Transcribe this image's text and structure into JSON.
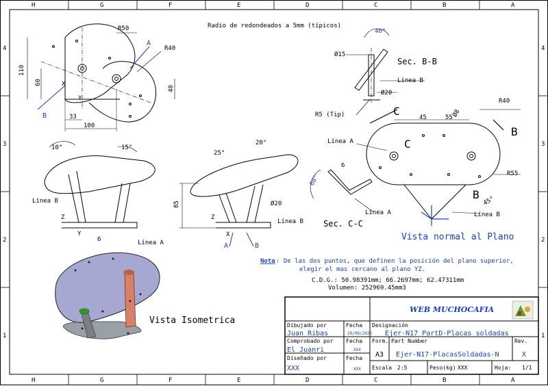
{
  "border": {
    "top_letters": [
      "H",
      "G",
      "F",
      "E",
      "D",
      "C",
      "B",
      "A"
    ],
    "bottom_letters": [
      "H",
      "G",
      "F",
      "E",
      "D",
      "C",
      "B",
      "A"
    ],
    "side_numbers": [
      "4",
      "3",
      "2",
      "1"
    ]
  },
  "notes": {
    "fillet": "Radio de redondeados a 5mm (típicos)"
  },
  "dims": {
    "top_view": [
      "R50",
      "R40",
      "110",
      "60",
      "40",
      "33",
      "100"
    ],
    "sec_b": [
      "40°",
      "Ø15",
      "Ø20",
      "R5 (Tip)"
    ],
    "sec_b_title": "Sec. B-B",
    "normal": [
      "45",
      "55",
      "Ø8",
      "R40",
      "R55",
      "45°"
    ],
    "normal_labels": [
      "C",
      "C",
      "B",
      "B"
    ],
    "left_iso": [
      "10°",
      "15°"
    ],
    "mid_iso": [
      "25°",
      "20°",
      "85",
      "Ø20"
    ],
    "sec_c": [
      "60°",
      "6"
    ],
    "sec_c_title": "Sec. C-C",
    "linea_a": "Línea A",
    "linea_b": "Línea B",
    "axes": [
      "Z",
      "X",
      "Y"
    ],
    "label_a": "A",
    "label_b": "B",
    "six": "6",
    "x_lbl": "X",
    "y_lbl": "Y"
  },
  "view_titles": {
    "normal": "Vista normal al Plano",
    "isometric": "Vista Isometrica"
  },
  "nota": {
    "label": "Nota",
    "line1": ": De las dos puntos, que definen la posición del plano superior,",
    "line2": "elegir el mas cercano al plano YZ.",
    "cdg": "C.D.G.: 50.98391mm; 66.2697mm; 62.47311mm",
    "volume": "Volumen:  252969.45mm3"
  },
  "title_block": {
    "company": "WEB MUCHOCAFIA",
    "dibujado_label": "Dibujado por",
    "dibujado": "Juan Ribas",
    "fecha_label": "Fecha",
    "fecha1": "28/06/2025",
    "comprobado_label": "Comprobado por",
    "comprobado": "El Juanri",
    "fecha2": "XXX",
    "disenado_label": "Diseñado por",
    "disenado": "XXX",
    "fecha3": "XXX",
    "designacion_label": "Designación",
    "designacion": "Ejer-N17_PartD-Placas soldadas",
    "form_label": "Form.",
    "form": "A3",
    "part_label": "Part Number",
    "part": "Ejer-N17-PlacasSoldadas-N",
    "rev_label": "Rev.",
    "rev": "X",
    "escala_label": "Escala",
    "escala": "2:5",
    "peso_label": "Peso(kg)",
    "peso": "XXX",
    "hoja_label": "Hoja:",
    "hoja": "1/1"
  }
}
